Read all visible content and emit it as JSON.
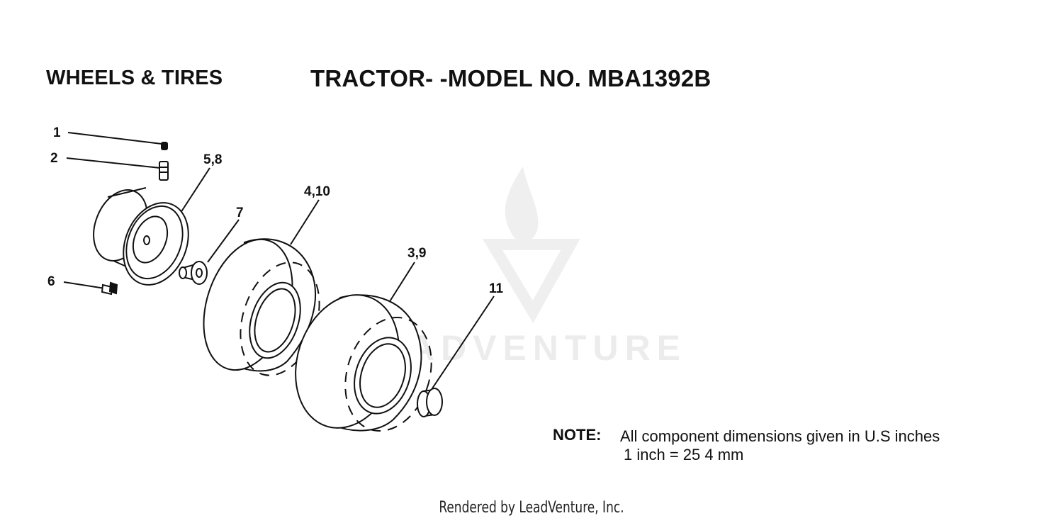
{
  "header": {
    "section_title": "WHEELS & TIRES",
    "diagram_title": "TRACTOR- -MODEL NO. MBA1392B"
  },
  "callouts": [
    {
      "id": "c1",
      "label": "1"
    },
    {
      "id": "c2",
      "label": "2"
    },
    {
      "id": "c58",
      "label": "5,8"
    },
    {
      "id": "c7",
      "label": "7"
    },
    {
      "id": "c410",
      "label": "4,10"
    },
    {
      "id": "c39",
      "label": "3,9"
    },
    {
      "id": "c6",
      "label": "6"
    },
    {
      "id": "c11",
      "label": "11"
    }
  ],
  "note": {
    "label": "NOTE:",
    "line1": "All component dimensions given in U.S  inches",
    "line2": "1 inch = 25 4 mm"
  },
  "watermark": {
    "text": "LEADVENTURE"
  },
  "footer": {
    "text": "Rendered by LeadVenture, Inc."
  }
}
